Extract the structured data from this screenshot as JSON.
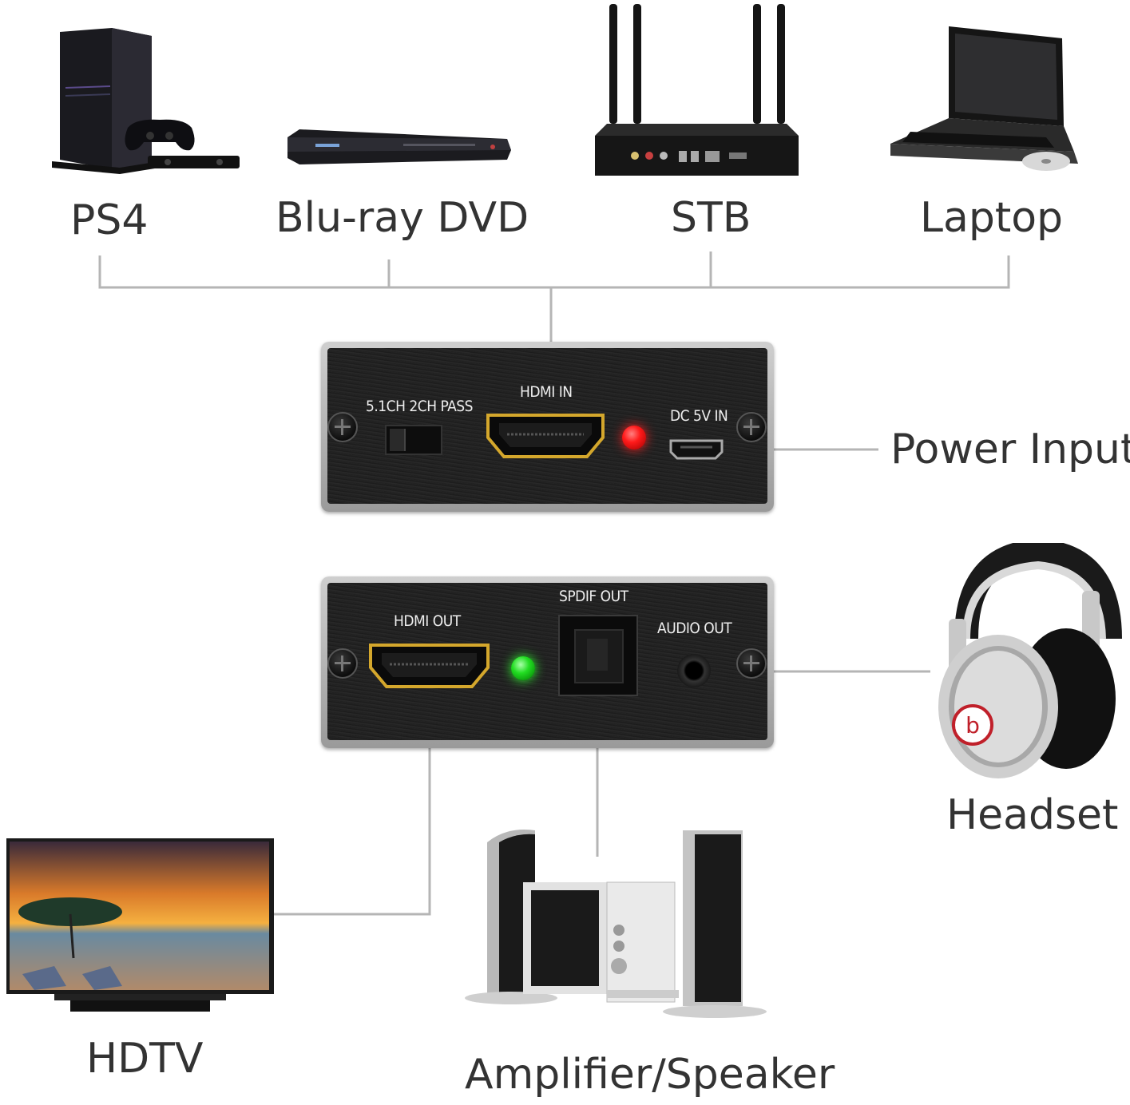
{
  "sources": [
    {
      "id": "ps4",
      "label": "PS4",
      "icon": "ps4-console-icon"
    },
    {
      "id": "bluray",
      "label": "Blu-ray DVD",
      "icon": "bluray-player-icon"
    },
    {
      "id": "stb",
      "label": "STB",
      "icon": "router-stb-icon"
    },
    {
      "id": "laptop",
      "label": "Laptop",
      "icon": "laptop-icon"
    }
  ],
  "input_panel": {
    "switch_label": "5.1CH 2CH PASS",
    "hdmi_label": "HDMI IN",
    "dc_label": "DC 5V IN",
    "led_color": "#ff1a1a"
  },
  "power_label": "Power Input",
  "output_panel": {
    "hdmi_label": "HDMI OUT",
    "spdif_label": "SPDIF OUT",
    "audio_label": "AUDIO OUT",
    "led_color": "#22dd22"
  },
  "outputs": {
    "headset": {
      "label": "Headset",
      "icon": "headphones-icon"
    },
    "hdtv": {
      "label": "HDTV",
      "icon": "tv-icon"
    },
    "speaker": {
      "label": "Amplifier/Speaker",
      "icon": "speaker-system-icon"
    }
  },
  "colors": {
    "text": "#333333",
    "connector": "#b5b5b5",
    "panel_face": "#222222",
    "hdmi_gold": "#d4a72c"
  }
}
